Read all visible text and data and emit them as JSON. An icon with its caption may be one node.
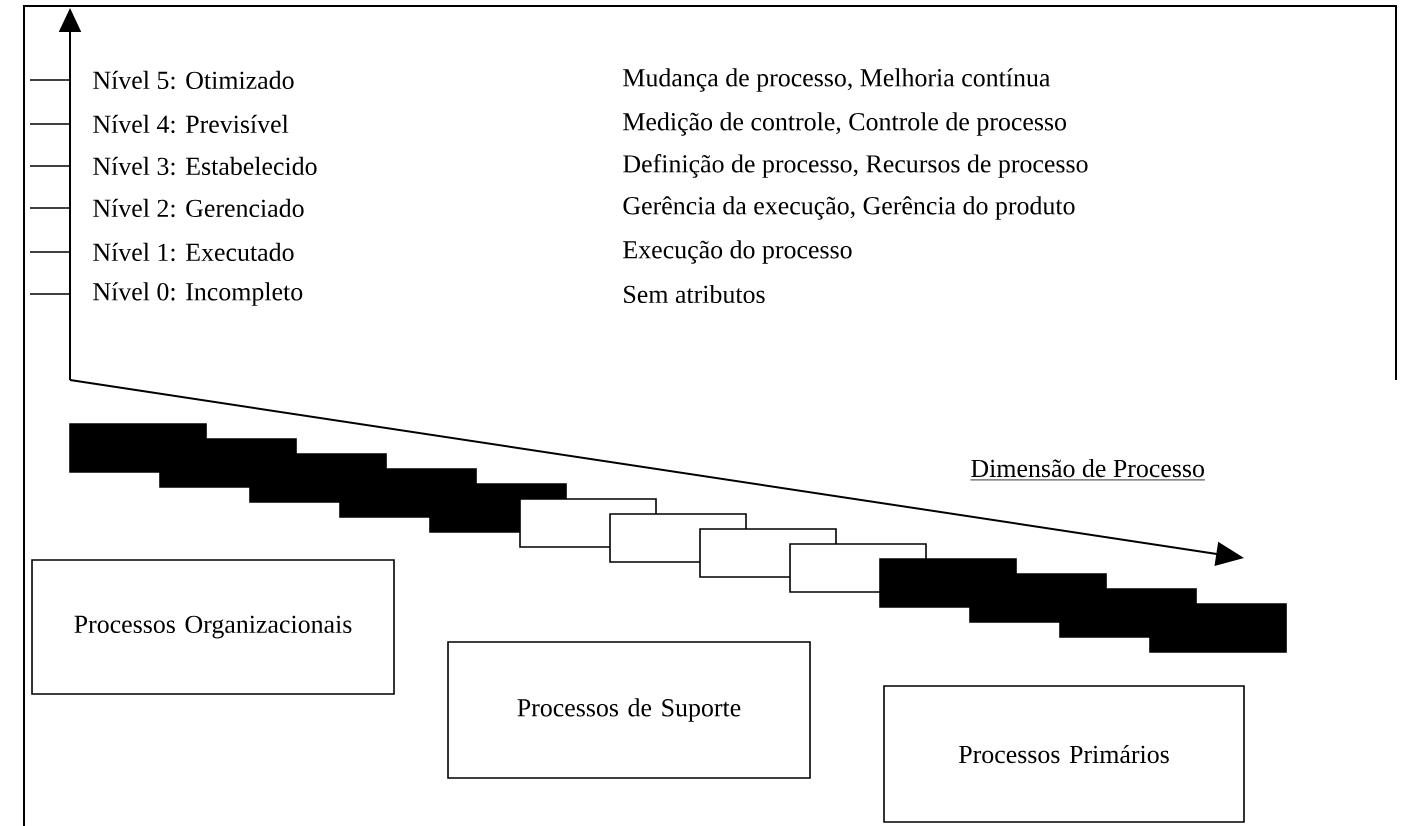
{
  "diagram": {
    "nodes": [
      {
        "text": [
          "Processos Organizacionais"
        ]
      },
      {
        "text": [
          "Processos de Suporte"
        ]
      },
      {
        "text": [
          "Processos Primários"
        ]
      }
    ],
    "labels": [
      "Nível 5: Otimizado",
      "Mudança de processo, Melhoria contínua",
      "Nível 4: Previsível",
      "Medição de controle, Controle de processo",
      "Nível 3: Estabelecido",
      "Definição de processo, Recursos de processo",
      "Nível 2: Gerenciado",
      "Gerência da execução, Gerência do produto",
      "Nível 1: Executado",
      "Execução do processo",
      "Nível 0: Incompleto",
      "Sem atributos",
      "Dimensão de Processo"
    ]
  }
}
